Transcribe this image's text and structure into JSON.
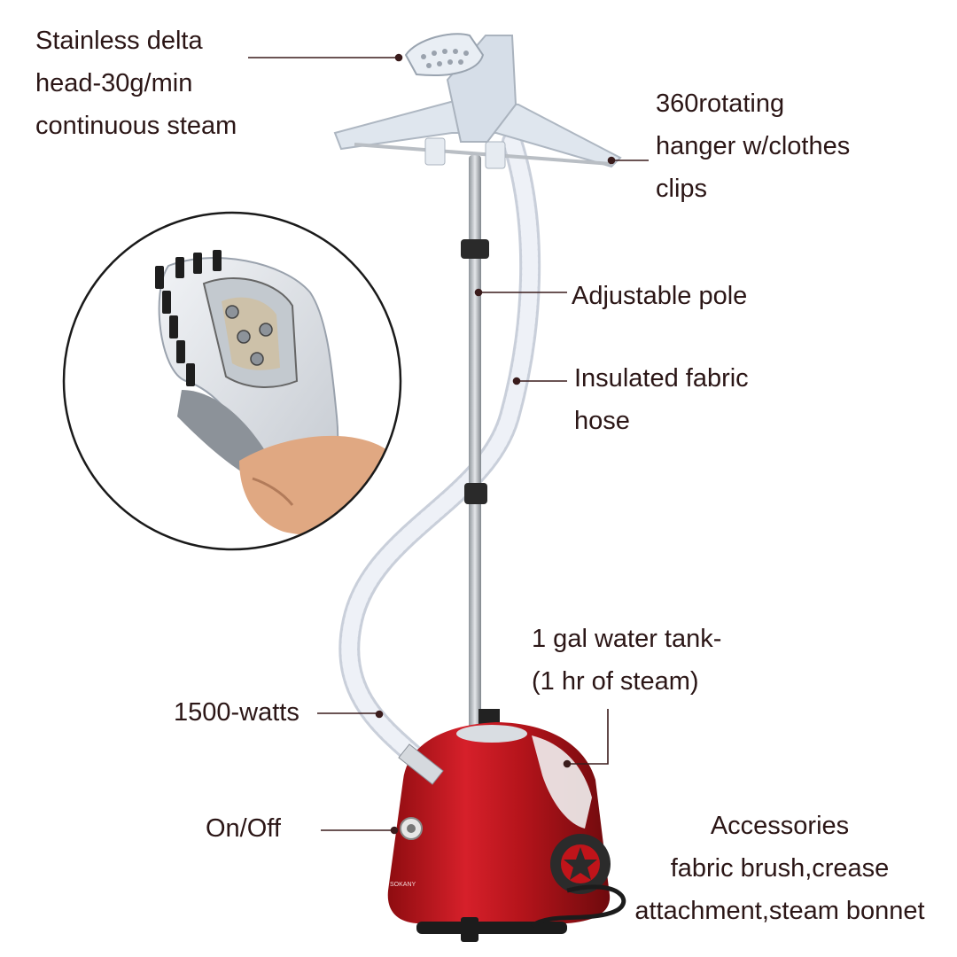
{
  "colors": {
    "text": "#2b1616",
    "leader": "#3a1c1c",
    "tank_red": "#c0141a",
    "hanger": "#dfe6ee",
    "pole": "#b9bec4",
    "hose": "#e9edf4"
  },
  "callouts": {
    "head": [
      "Stainless delta",
      "head-30g/min",
      "continuous steam"
    ],
    "hanger": [
      "360rotating",
      "hanger w/clothes",
      "clips"
    ],
    "pole": [
      "Adjustable pole"
    ],
    "hose": [
      "Insulated fabric",
      "hose"
    ],
    "tank": [
      "1 gal water tank-",
      "(1 hr of steam)"
    ],
    "watts": [
      "1500-watts"
    ],
    "onoff": [
      "On/Off"
    ],
    "accessories": [
      "Accessories",
      "fabric brush,crease",
      "attachment,steam bonnet"
    ]
  },
  "device": {
    "brand_text": "SOKANY"
  }
}
